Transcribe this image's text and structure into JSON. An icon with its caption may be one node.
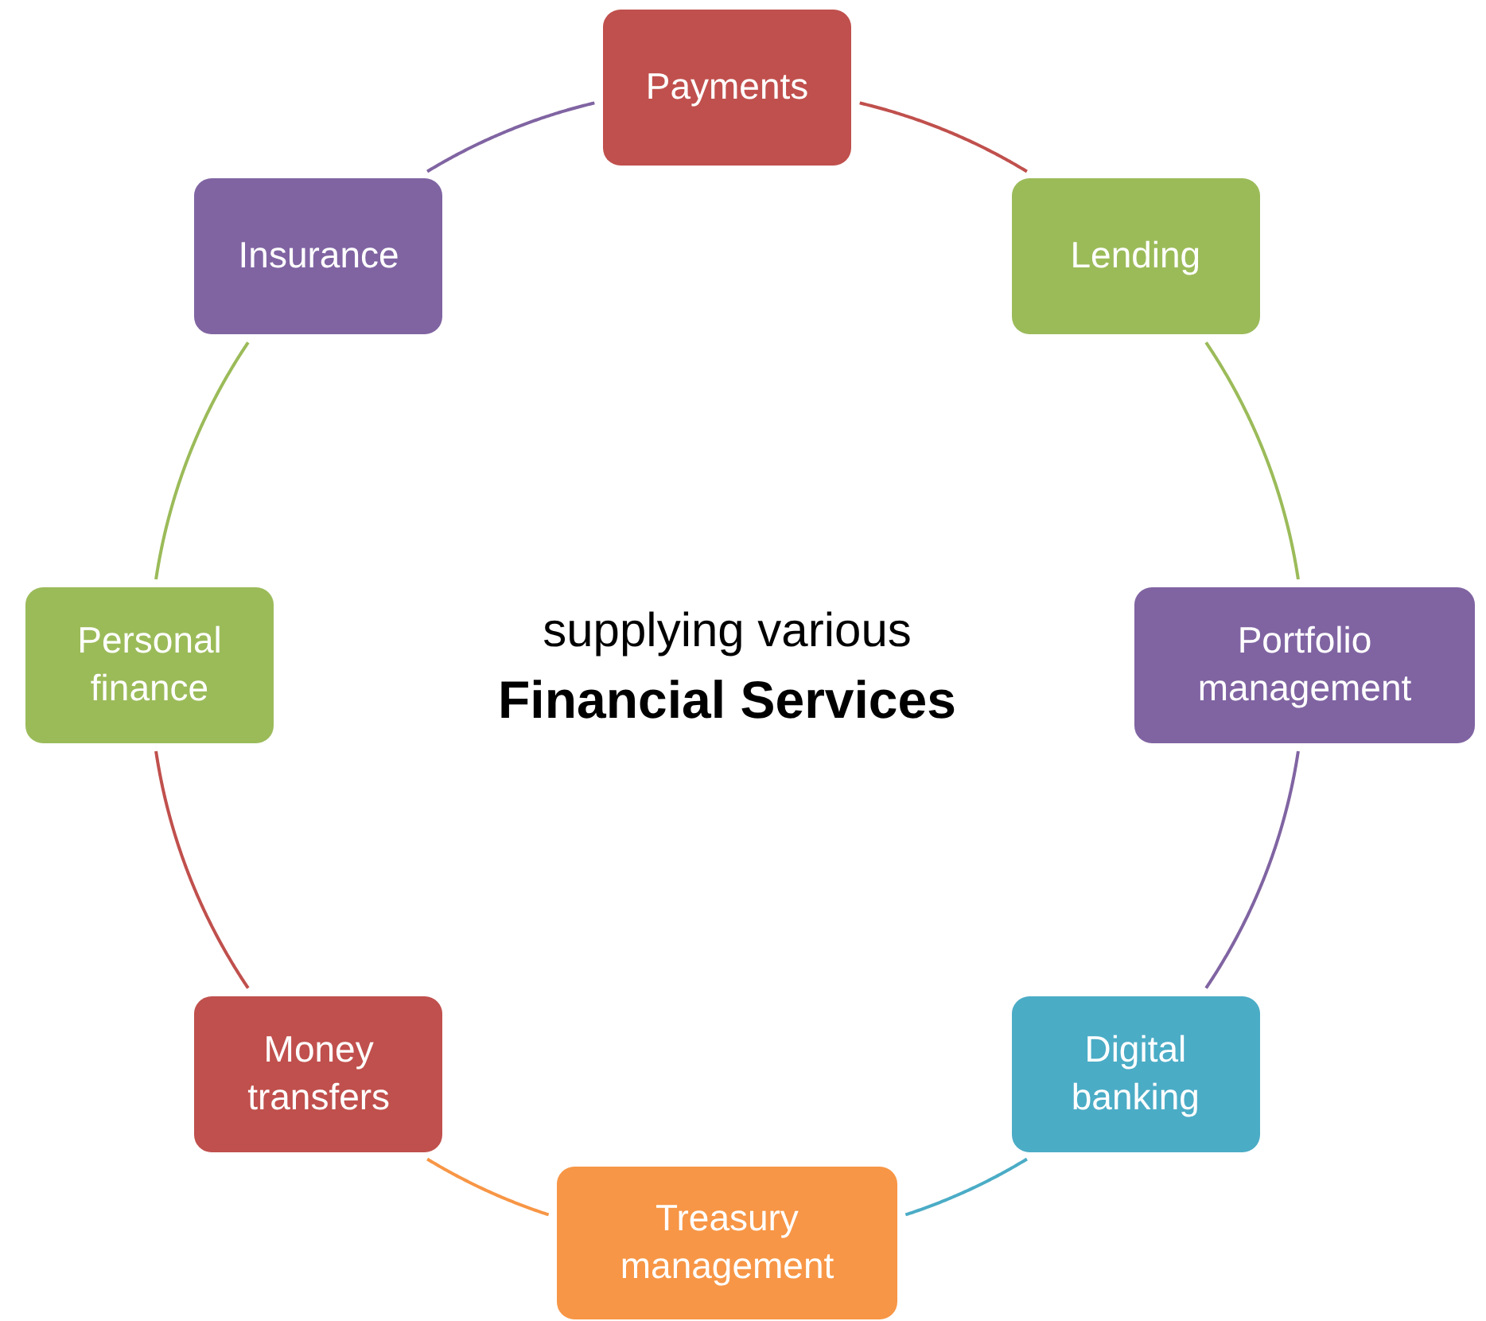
{
  "diagram": {
    "nodes": [
      {
        "text": [
          "Payments"
        ]
      },
      {
        "text": [
          "Lending"
        ]
      },
      {
        "text": [
          "Portfolio management"
        ]
      },
      {
        "text": [
          "Digital banking"
        ]
      },
      {
        "text": [
          "Treasury management"
        ]
      },
      {
        "text": [
          "Money transfers"
        ]
      },
      {
        "text": [
          "Personal finance"
        ]
      },
      {
        "text": [
          "Insurance"
        ]
      }
    ],
    "edges": [
      {
        "from": 0,
        "to": 1,
        "arrow": "none",
        "color": "#c0504d"
      },
      {
        "from": 1,
        "to": 2,
        "arrow": "none",
        "color": "#9bbb59"
      },
      {
        "from": 2,
        "to": 3,
        "arrow": "none",
        "color": "#8064a2"
      },
      {
        "from": 3,
        "to": 4,
        "arrow": "none",
        "color": "#4bacc6"
      },
      {
        "from": 4,
        "to": 5,
        "arrow": "none",
        "color": "#f79646"
      },
      {
        "from": 5,
        "to": 6,
        "arrow": "none",
        "color": "#c0504d"
      },
      {
        "from": 6,
        "to": 7,
        "arrow": "none",
        "color": "#9bbb59"
      },
      {
        "from": 7,
        "to": 0,
        "arrow": "none",
        "color": "#8064a2"
      }
    ],
    "labels": [
      "supplying various",
      "Financial Services"
    ]
  }
}
